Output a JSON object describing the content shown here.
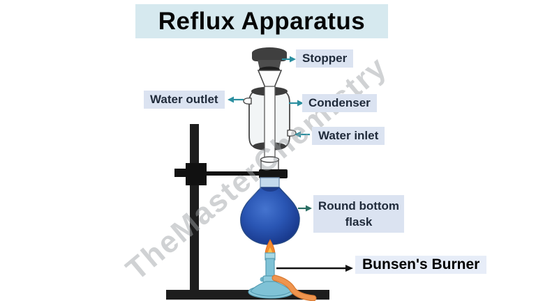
{
  "title": {
    "text": "Reflux Apparatus"
  },
  "watermark": {
    "text": "TheMasterChemistry"
  },
  "labels": {
    "stopper": {
      "text": "Stopper"
    },
    "water_outlet": {
      "text": "Water outlet"
    },
    "condenser": {
      "text": "Condenser"
    },
    "water_inlet": {
      "text": "Water inlet"
    },
    "round_bottom_flask": {
      "text": "Round bottom flask"
    },
    "bunsen_burner": {
      "text": "Bunsen's Burner"
    }
  },
  "colors": {
    "title_bg": "#d6e9ef",
    "label_bg": "#dbe3f1",
    "label_text": "#1f2a3a",
    "bunsen_label_bg": "#e7edf8",
    "arrow_teal": "#2b8fa0",
    "arrow_dark_teal": "#2a6e63",
    "arrow_black": "#111111",
    "flask_liquid_blue": "#2a56b4",
    "burner_body_blue": "#7fc2d6",
    "gas_hose_orange": "#ef944e",
    "flame_orange": "#f28a2e",
    "stopper_gray": "#3f3f3f",
    "stand_black": "#1d1d1d",
    "watermark_gray": "#9fa3a6"
  }
}
